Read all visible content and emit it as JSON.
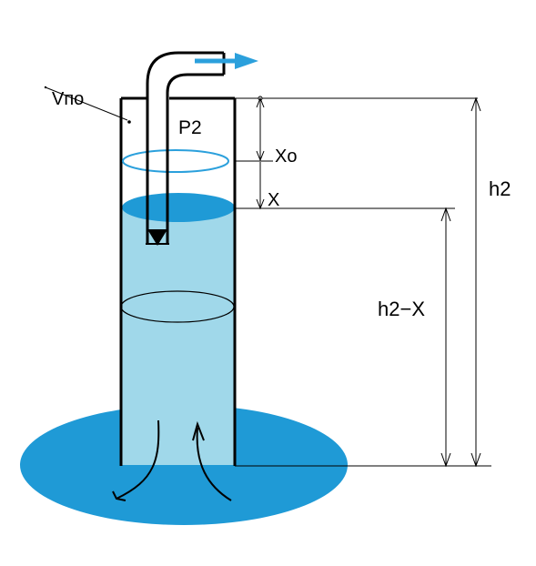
{
  "colors": {
    "pool": "#1f9ad6",
    "water_column": "#a0d8ea",
    "water_surface": "#1f9ad6",
    "flow_arrow": "#2ba0dc",
    "ring_top": "#2ba0dc",
    "outline": "#000000"
  },
  "labels": {
    "volume": "Vпо",
    "pressure": "P2",
    "x0": "Xo",
    "x": "X",
    "h2": "h2",
    "h2_minus_x": "h2−X"
  }
}
